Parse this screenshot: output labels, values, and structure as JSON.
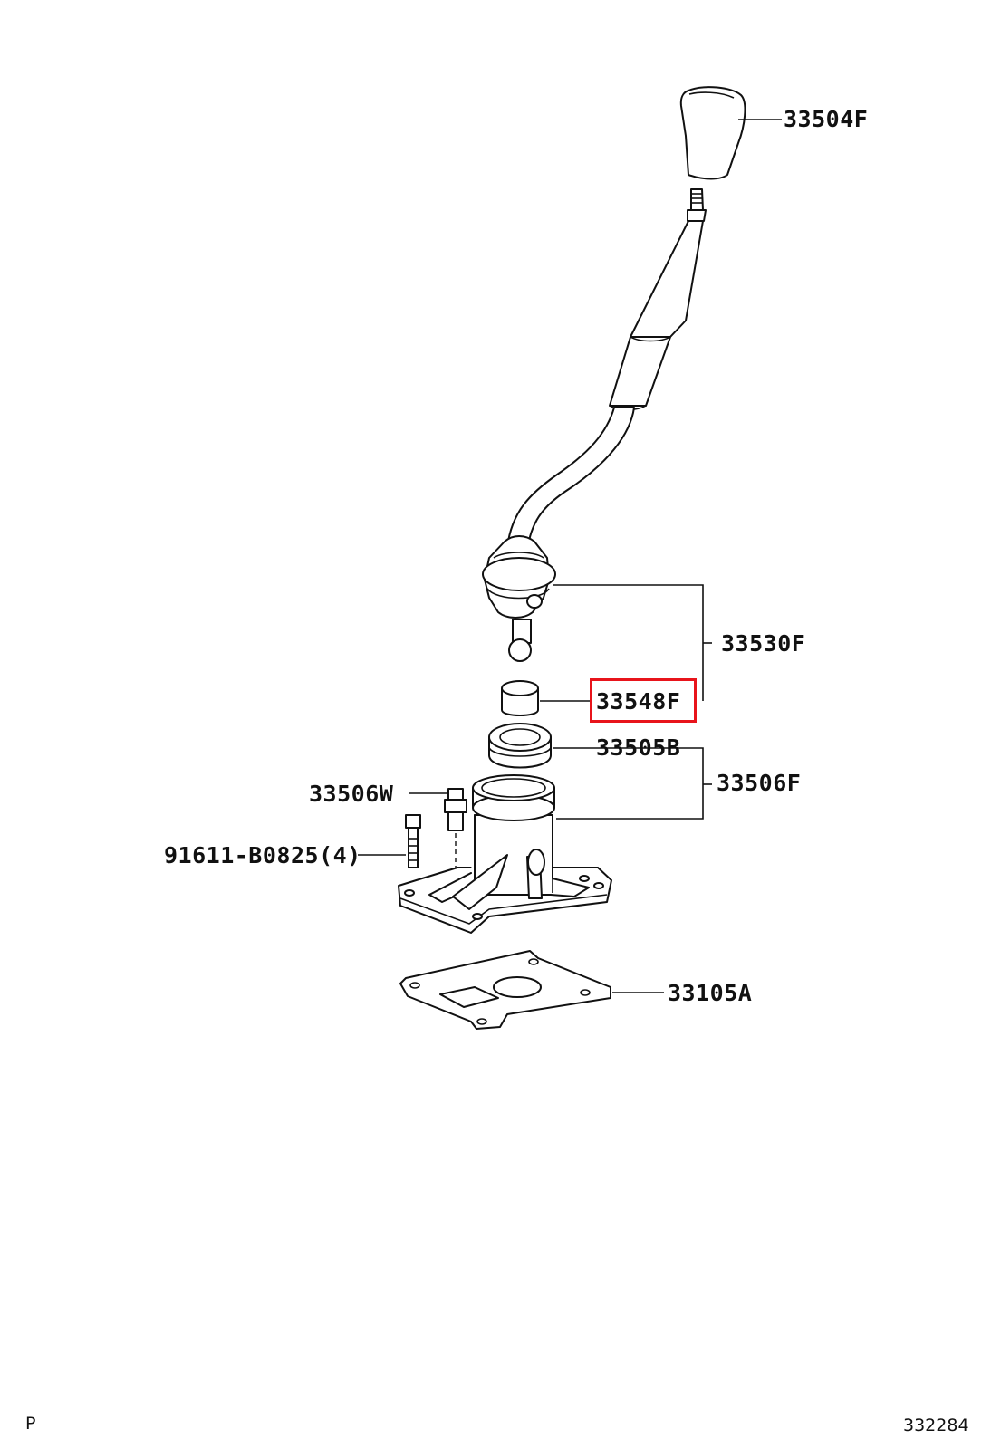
{
  "labels": {
    "knob": "33504F",
    "lever_assy": "33530F",
    "bushing": "33548F",
    "seat": "33505B",
    "retainer_assy": "33506F",
    "pin": "33506W",
    "bolt": "91611-B0825(4)",
    "gasket": "33105A"
  },
  "footer": {
    "left_mark": "P",
    "diagram_number": "332284"
  },
  "highlight": {
    "target": "33548F",
    "color": "#e8141b"
  }
}
